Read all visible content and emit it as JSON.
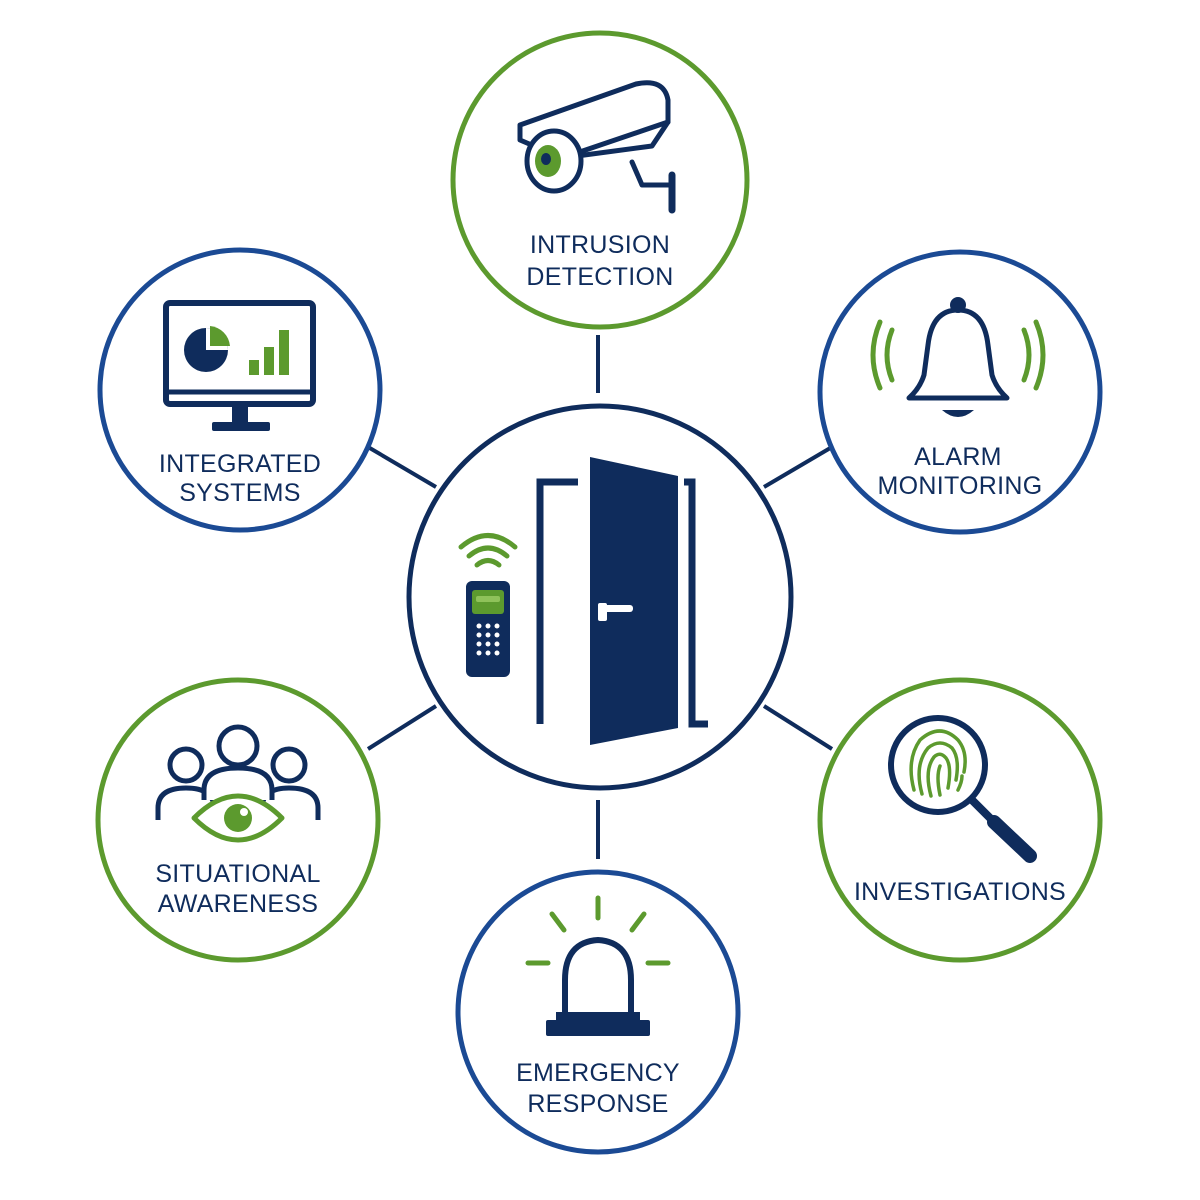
{
  "colors": {
    "navy": "#0f2c5c",
    "blue_ring": "#1b4a94",
    "green": "#5c9a2e",
    "white": "#ffffff"
  },
  "center": {
    "icon": "door-access-control-icon",
    "ring_color": "navy"
  },
  "nodes": [
    {
      "id": "intrusion-detection",
      "icon": "security-camera-icon",
      "ring_color": "green",
      "line1": "INTRUSION",
      "line2": "DETECTION"
    },
    {
      "id": "alarm-monitoring",
      "icon": "alarm-bell-icon",
      "ring_color": "blue",
      "line1": "ALARM",
      "line2": "MONITORING"
    },
    {
      "id": "investigations",
      "icon": "fingerprint-magnifier-icon",
      "ring_color": "green",
      "line1": "INVESTIGATIONS",
      "line2": ""
    },
    {
      "id": "emergency-response",
      "icon": "emergency-beacon-icon",
      "ring_color": "blue",
      "line1": "EMERGENCY",
      "line2": "RESPONSE"
    },
    {
      "id": "situational-awareness",
      "icon": "people-eye-icon",
      "ring_color": "green",
      "line1": "SITUATIONAL",
      "line2": "AWARENESS"
    },
    {
      "id": "integrated-systems",
      "icon": "monitor-dashboard-icon",
      "ring_color": "blue",
      "line1": "INTEGRATED",
      "line2": "SYSTEMS"
    }
  ]
}
